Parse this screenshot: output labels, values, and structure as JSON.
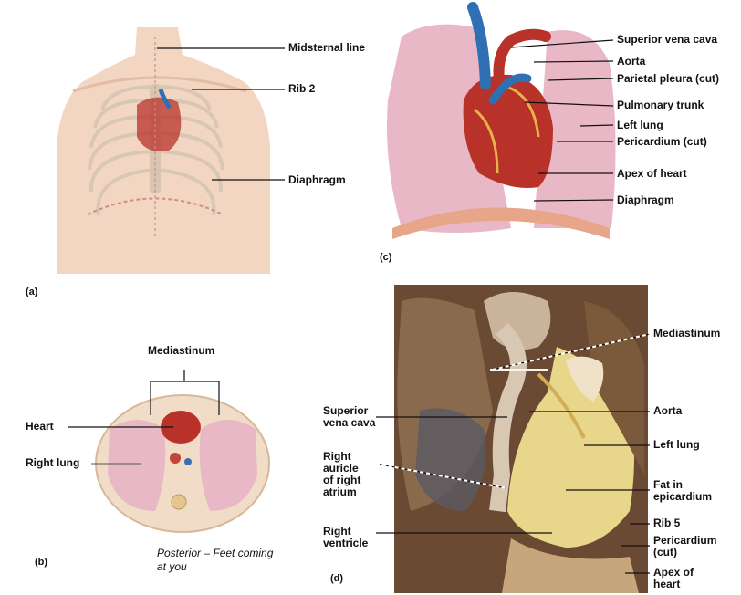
{
  "panels": {
    "a": "(a)",
    "b": "(b)",
    "c": "(c)",
    "d": "(d)"
  },
  "panel_a": {
    "midsternal_line": "Midsternal line",
    "rib_2": "Rib 2",
    "diaphragm": "Diaphragm"
  },
  "panel_b": {
    "mediastinum": "Mediastinum",
    "heart": "Heart",
    "right_lung": "Right lung",
    "note_line1": "Posterior – Feet coming",
    "note_line2": "at you"
  },
  "panel_c": {
    "superior_vena_cava": "Superior vena cava",
    "aorta": "Aorta",
    "parietal_pleura": "Parietal pleura (cut)",
    "pulmonary_trunk": "Pulmonary trunk",
    "left_lung": "Left lung",
    "pericardium": "Pericardium (cut)",
    "apex_of_heart": "Apex of heart",
    "diaphragm": "Diaphragm"
  },
  "panel_d": {
    "mediastinum": "Mediastinum",
    "superior_vena_cava_1": "Superior",
    "superior_vena_cava_2": "vena cava",
    "aorta": "Aorta",
    "left_lung": "Left lung",
    "right_auricle_1": "Right",
    "right_auricle_2": "auricle",
    "right_auricle_3": "of right",
    "right_auricle_4": "atrium",
    "fat_1": "Fat in",
    "fat_2": "epicardium",
    "rib_5": "Rib 5",
    "right_ventricle_1": "Right",
    "right_ventricle_2": "ventricle",
    "pericardium_1": "Pericardium",
    "pericardium_2": "(cut)",
    "apex_1": "Apex of",
    "apex_2": "heart"
  },
  "colors": {
    "skin": "#f3d6c2",
    "lung_pink": "#e9b8c6",
    "heart_red": "#b8322a",
    "vessel_blue": "#2f6fb3",
    "photo_brown": "#6b4a34",
    "fat_yellow": "#e8d68a"
  }
}
